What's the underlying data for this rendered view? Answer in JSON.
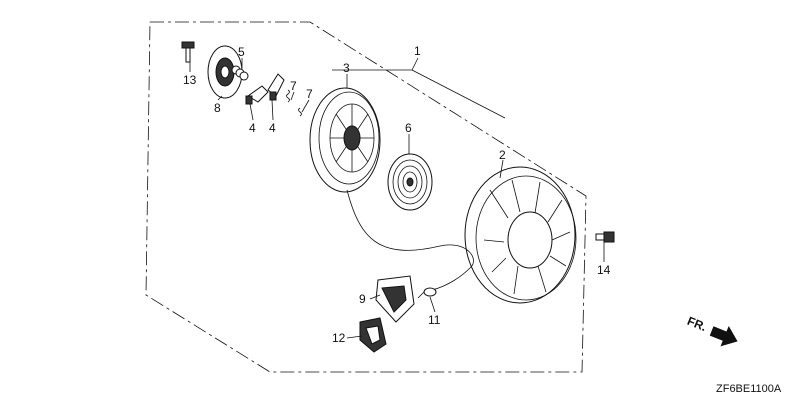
{
  "diagram": {
    "code": "ZF6BE1100A",
    "direction_label": "FR.",
    "callouts": {
      "c1": "1",
      "c2": "2",
      "c3": "3",
      "c4a": "4",
      "c4b": "4",
      "c5": "5",
      "c6": "6",
      "c7a": "7",
      "c7b": "7",
      "c8": "8",
      "c9": "9",
      "c11": "11",
      "c12": "12",
      "c13": "13",
      "c14": "14"
    }
  }
}
